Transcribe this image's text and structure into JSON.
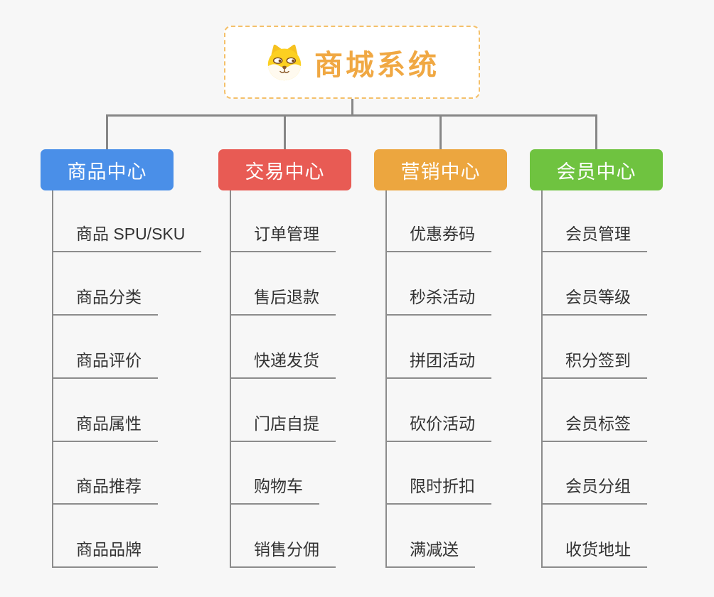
{
  "root": {
    "title": "商城系统",
    "icon": "dog-face-icon",
    "text_color": "#f0a843",
    "border_color": "#f4c06a"
  },
  "connector_color": "#878787",
  "background_color": "#f7f7f7",
  "branches": [
    {
      "label": "商品中心",
      "color": "#4a8fe8",
      "items": [
        "商品 SPU/SKU",
        "商品分类",
        "商品评价",
        "商品属性",
        "商品推荐",
        "商品品牌"
      ]
    },
    {
      "label": "交易中心",
      "color": "#e85b54",
      "items": [
        "订单管理",
        "售后退款",
        "快递发货",
        "门店自提",
        "购物车",
        "销售分佣"
      ]
    },
    {
      "label": "营销中心",
      "color": "#eca63f",
      "items": [
        "优惠券码",
        "秒杀活动",
        "拼团活动",
        "砍价活动",
        "限时折扣",
        "满减送"
      ]
    },
    {
      "label": "会员中心",
      "color": "#6fc340",
      "items": [
        "会员管理",
        "会员等级",
        "积分签到",
        "会员标签",
        "会员分组",
        "收货地址"
      ]
    }
  ]
}
